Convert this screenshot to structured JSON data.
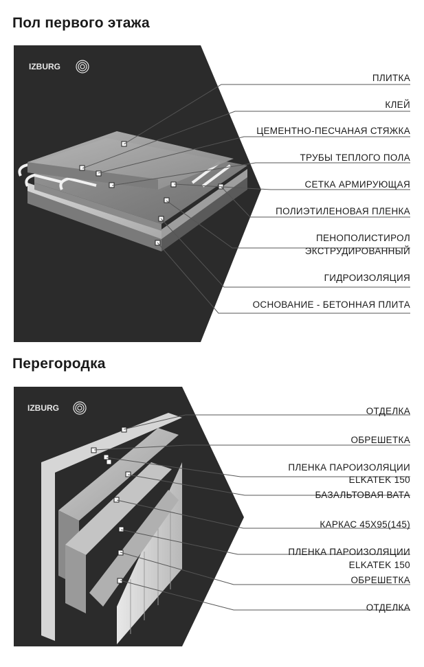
{
  "floor_section": {
    "title": "Пол первого этажа",
    "logo": "IZBURG",
    "labels": {
      "tile": "ПЛИТКА",
      "glue": "КЛЕЙ",
      "screed": "ЦЕМЕНТНО-ПЕСЧАНАЯ СТЯЖКА",
      "pipes": "ТРУБЫ ТЕПЛОГО ПОЛА",
      "mesh": "СЕТКА АРМИРУЮЩАЯ",
      "film": "ПОЛИЭТИЛЕНОВАЯ ПЛЕНКА",
      "eps_line1": "ПЕНОПОЛИСТИРОЛ",
      "eps_line2": "ЭКСТРУДИРОВАННЫЙ",
      "waterproof": "ГИДРОИЗОЛЯЦИЯ",
      "base": "ОСНОВАНИЕ - БЕТОННАЯ ПЛИТА"
    }
  },
  "partition_section": {
    "title": "Перегородка",
    "logo": "IZBURG",
    "labels": {
      "finish_top": "ОТДЕЛКА",
      "lath_top": "ОБРЕШЕТКА",
      "vapor_top_line1": "ПЛЕНКА ПАРОИЗОЛЯЦИИ",
      "vapor_top_line2": "ELKATEK 150",
      "basalt": "БАЗАЛЬТОВАЯ ВАТА",
      "frame": "КАРКАС 45Х95(145)",
      "vapor_bottom_line1": "ПЛЕНКА ПАРОИЗОЛЯЦИИ",
      "vapor_bottom_line2": "ELKATEK 150",
      "lath_bottom": "ОБРЕШЕТКА",
      "finish_bottom": "ОТДЕЛКА"
    }
  },
  "colors": {
    "panel_dark": "#2b2b2b",
    "line": "#555555"
  }
}
